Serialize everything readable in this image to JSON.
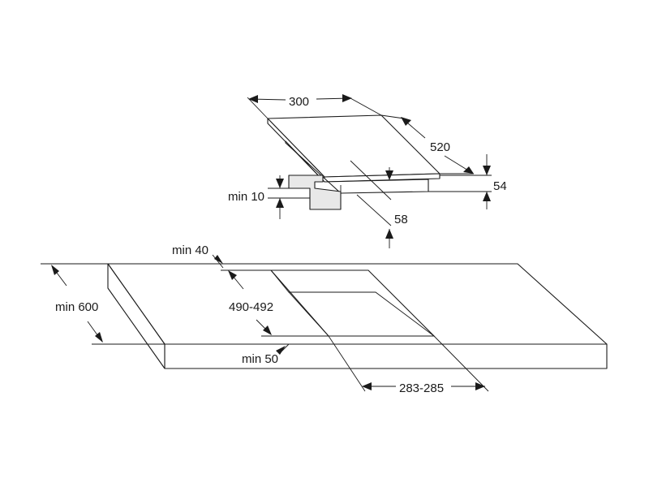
{
  "dimensions": {
    "hob_width": "300",
    "hob_depth": "520",
    "hob_height": "54",
    "clearance_min": "min 10",
    "insert_depth": "58",
    "edge_back_min": "min 40",
    "cutout_depth": "490-492",
    "worktop_depth_min": "min 600",
    "edge_front_min": "min 50",
    "cutout_width": "283-285"
  }
}
